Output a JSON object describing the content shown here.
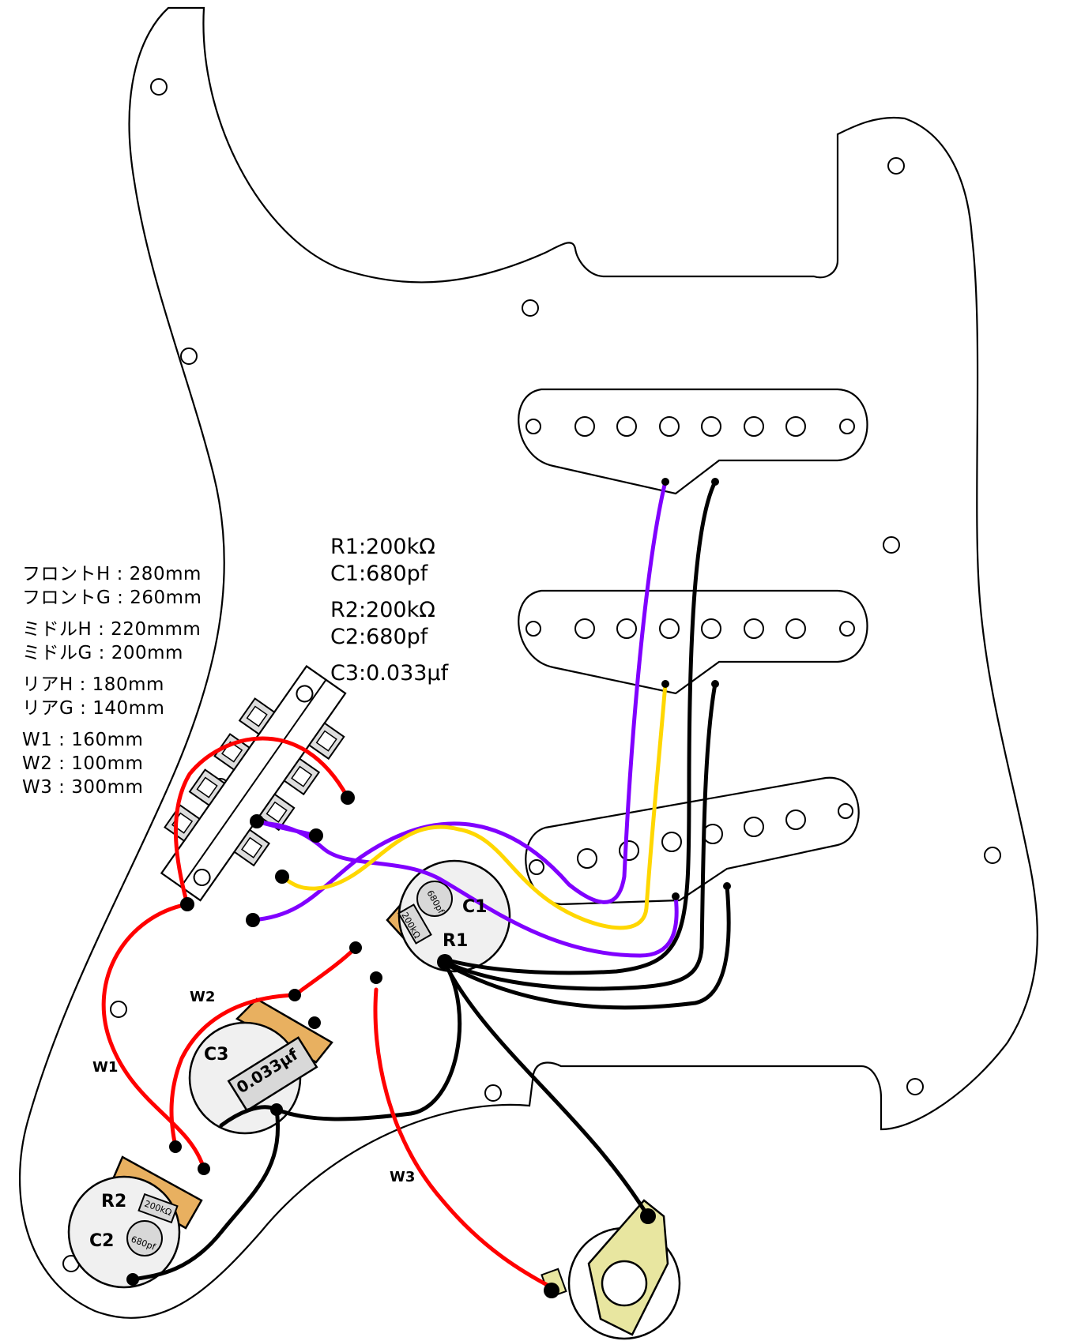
{
  "diagram": {
    "title": "Stratocaster pickguard wiring diagram",
    "wire_lengths": [
      [
        {
          "label": "フロントH",
          "value": "280mm"
        },
        {
          "label": "フロントG",
          "value": "260mm"
        }
      ],
      [
        {
          "label": "ミドルH",
          "value": "220mmm"
        },
        {
          "label": "ミドルG",
          "value": "200mm"
        }
      ],
      [
        {
          "label": "リアH",
          "value": "180mm"
        },
        {
          "label": "リアG",
          "value": "140mm"
        }
      ],
      [
        {
          "label": "W1",
          "value": "160mm"
        },
        {
          "label": "W2",
          "value": "100mm"
        },
        {
          "label": "W3",
          "value": "300mm"
        }
      ]
    ],
    "components": [
      [
        "R1:200kΩ",
        "C1:680pf"
      ],
      [
        "R2:200kΩ",
        "C2:680pf"
      ],
      [
        "C3:0.033μf"
      ]
    ],
    "labels": {
      "c1": "C1",
      "r1": "R1",
      "c2": "C2",
      "r2": "R2",
      "c3": "C3",
      "w1": "W1",
      "w2": "W2",
      "w3": "W3",
      "cap_small": "680pf",
      "res_small": "200kΩ",
      "cap_large": "0.033μf"
    },
    "colors": {
      "hot": "#ff0000",
      "purple": "#8000ff",
      "yellow": "#ffd700",
      "ground": "#000000",
      "pot_lug_bg": "#e8b060",
      "pot_body": "#f0f0f0",
      "jack_plate": "#e8e6a0",
      "cap_body": "#d8d8d8"
    }
  }
}
